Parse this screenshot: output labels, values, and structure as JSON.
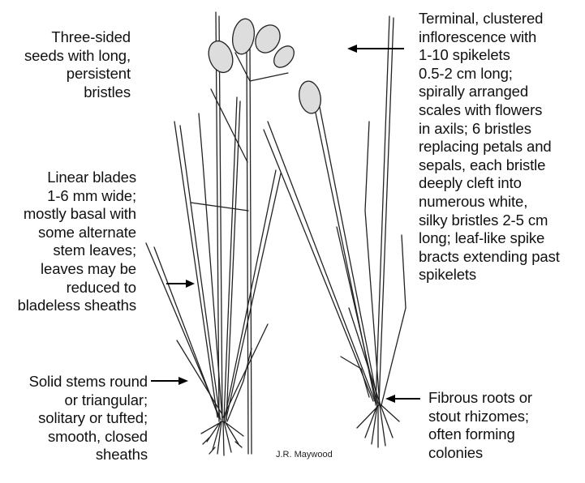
{
  "labels": {
    "seeds": "Three-sided\nseeds with long,\npersistent\nbristles",
    "blades": "Linear blades\n1-6 mm wide;\nmostly basal with\nsome alternate\nstem leaves;\nleaves may be\nreduced to\nbladeless sheaths",
    "stems": "Solid stems round\nor triangular;\nsolitary or tufted;\nsmooth, closed\nsheaths",
    "inflorescence": "Terminal, clustered\ninflorescence with\n1-10 spikelets\n0.5-2 cm long;\nspirally arranged\nscales with flowers\nin axils; 6 bristles\nreplacing petals and\nsepals, each bristle\ndeeply cleft into\nnumerous white,\nsilky bristles 2-5 cm\nlong; leaf-like spike\nbracts extending past\nspikelets",
    "roots": "Fibrous roots or\nstout rhizomes;\noften forming\ncolonies"
  },
  "credit": "J.R. Maywood",
  "colors": {
    "ink": "#111111",
    "background": "#ffffff"
  },
  "icons": [
    "arrow-right-icon",
    "arrow-left-icon",
    "plant-illustration"
  ]
}
